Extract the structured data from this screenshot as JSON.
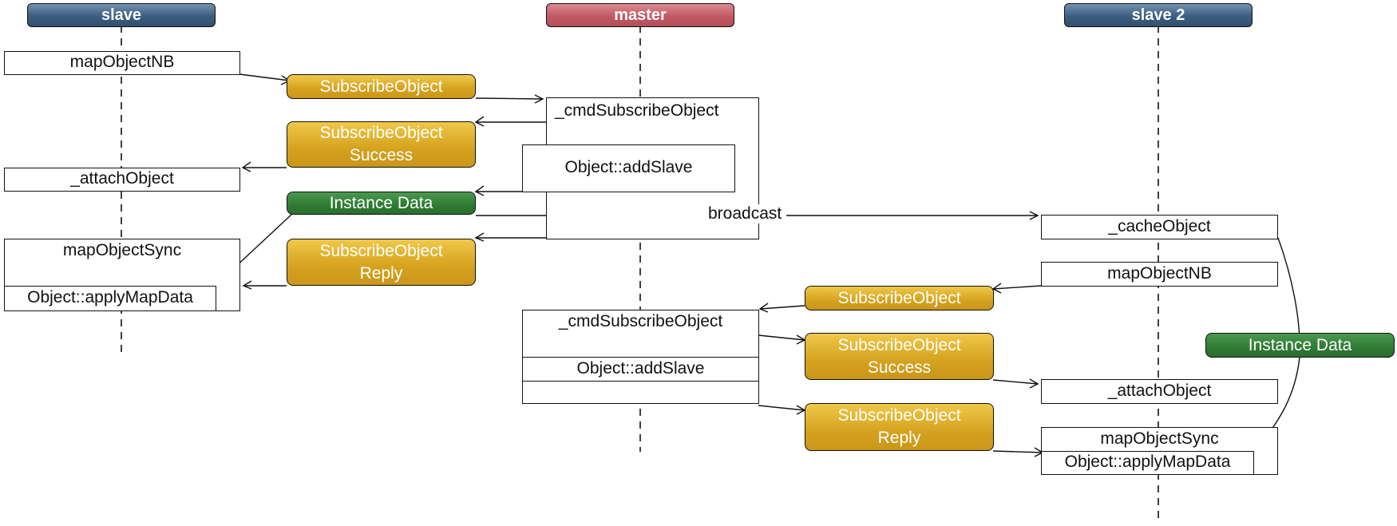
{
  "lifelines": {
    "slave": "slave",
    "master": "master",
    "slave2": "slave 2"
  },
  "slave": {
    "map_object_nb": "mapObjectNB",
    "attach_object": "_attachObject",
    "map_object_sync": "mapObjectSync",
    "apply_map_data": "Object::applyMapData"
  },
  "master": {
    "cmd_subscribe_object_1": "_cmdSubscribeObject",
    "add_slave_1": "Object::addSlave",
    "cmd_subscribe_object_2": "_cmdSubscribeObject",
    "add_slave_2": "Object::addSlave"
  },
  "slave2": {
    "cache_object": "_cacheObject",
    "map_object_nb": "mapObjectNB",
    "attach_object": "_attachObject",
    "map_object_sync": "mapObjectSync",
    "apply_map_data": "Object::applyMapData"
  },
  "messages": {
    "subscribe_object_1": "SubscribeObject",
    "subscribe_success_1": [
      "SubscribeObject",
      "Success"
    ],
    "instance_data_1": "Instance Data",
    "subscribe_reply_1": [
      "SubscribeObject",
      "Reply"
    ],
    "broadcast": "broadcast",
    "subscribe_object_2": "SubscribeObject",
    "subscribe_success_2": [
      "SubscribeObject",
      "Success"
    ],
    "subscribe_reply_2": [
      "SubscribeObject",
      "Reply"
    ],
    "instance_data_2": "Instance Data"
  },
  "colors": {
    "slave_header": "#3c5d80",
    "master_header": "#c25a64",
    "message_gold": "#d5a21e",
    "instance_data_green": "#2f7a34"
  }
}
